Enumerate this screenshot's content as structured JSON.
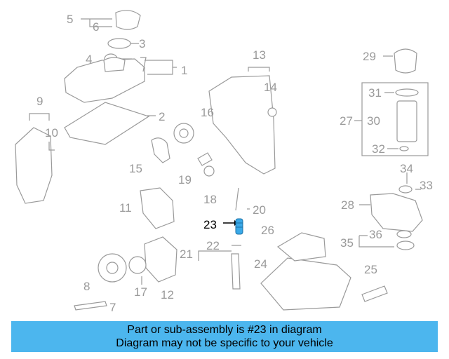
{
  "part_labels": [
    "1",
    "2",
    "3",
    "4",
    "5",
    "6",
    "7",
    "8",
    "9",
    "10",
    "11",
    "12",
    "13",
    "14",
    "15",
    "16",
    "17",
    "18",
    "19",
    "20",
    "21",
    "22",
    "23",
    "24",
    "25",
    "26",
    "27",
    "28",
    "29",
    "30",
    "31",
    "32",
    "33",
    "34",
    "35",
    "36"
  ],
  "highlighted_label": "23",
  "banner": {
    "line1": "Part or sub-assembly is #23 in diagram",
    "line2": "Diagram may not be specific to your vehicle"
  },
  "colors": {
    "banner_bg": "#4cb6ee",
    "line_gray": "#9a9a9a",
    "highlight_part": "#3aa9e8",
    "highlight_text": "#000000"
  }
}
